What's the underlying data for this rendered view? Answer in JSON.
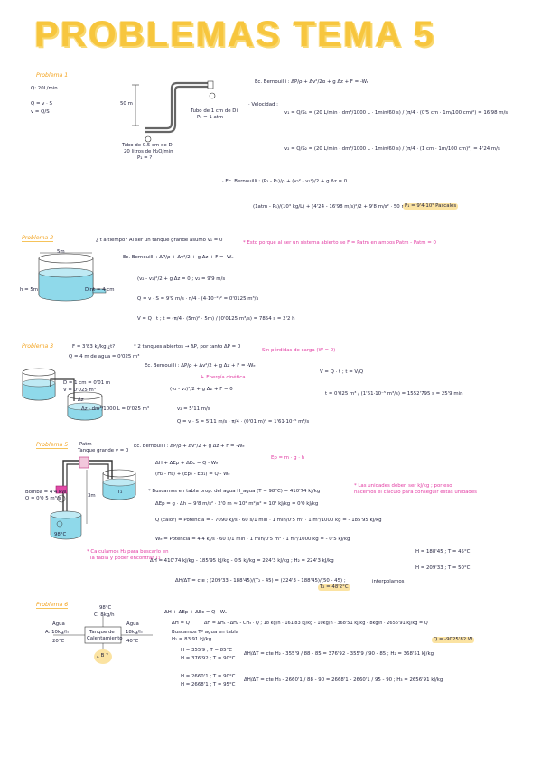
{
  "title": "PROBLEMAS TEMA 5",
  "p1": {
    "label": "Problema 1",
    "given": [
      "Q: 20L/min",
      "Q = v · S",
      "v = Q/S"
    ],
    "fig_height": "50 m",
    "fig_tube_top": [
      "Tubo de 1 cm de Di",
      "P₂ = 1 atm"
    ],
    "fig_tube_bottom": [
      "Tubo de 0.5 cm de Di",
      "20 litros de H₂O/min",
      "P₁ = ?"
    ],
    "bernoulli": "Ec. Bernouilli :   ΔP/ρ + Δv²/2α + g Δz + F = -Wₑ",
    "vel_label": "· Velocidad :",
    "v1": "v₁ = Q/S₁ = (20 L/min · dm³/1000 L · 1min/60 s) / (π/4 · (0'5 cm · 1m/100 cm)²) = 16'98 m/s",
    "v2": "v₂ = Q/S₂ = (20 L/min · dm³/1000 L · 1min/60 s) / (π/4 · (1 cm · 1m/100 cm)²) = 4'24 m/s",
    "eq1": "· Ec. Bernouilli :   (P₂ - P₁)/ρ + (v₂² - v₁²)/2 + g Δz = 0",
    "eq2": "(1atm - P₁)/(10³ kg/L)  +  (4'24 - 16'98 m/s)²/2  +  9'8 m/s² · 50 m = 0 ;",
    "result": "P₁ = 9'4·10⁵ Pascales"
  },
  "p2": {
    "label": "Problema 2",
    "question": "¿ t a tiempo?   Al ser un tanque grande asumo v₁ = 0",
    "note": "* Esto porque al ser un sistema abierto se F = Patm en ambos   Patm - Patm = 0",
    "fig_width": "5m",
    "fig_height": "h = 5m",
    "fig_out": "Dint = 4 cm",
    "bernoulli": "Ec. Bernouilli :   ΔP/ρ + Δv²/2 + g Δz + F = -Wₑ",
    "s1": "(v₂ - v₁)²/2 + g Δz = 0 ;  v₂ = 9'9 m/s",
    "s2": "Q = v · S = 9'9 m/s · π/4 · (4·10⁻²)² = 0'0125 m³/s",
    "s3": "V = Q · t ;  t = (π/4 · (5m)² · 5m) / (0'0125 m³/s) = 7854 s = 2'2 h",
    "s3_hl": "= 7854 s = 2'2 h"
  },
  "p3": {
    "label": "Problema 3",
    "given": "F = 3'83 kJ/kg      ¿t?",
    "bullet": "* 2 tanques abiertos → ΔP, por tanto ΔP = 0",
    "note": "Sin pérdidas de carga (W = 0)",
    "fig": [
      "Q = 4 m de agua = 0'025 m³",
      "D = 1 cm = 0'01 m",
      "V = 0'025 m³",
      "Δz"
    ],
    "bernoulli": "Ec. Bernouilli :   ΔP/ρ + Δv²/2 + g Δz + F = -Wₑ",
    "energy_note": "↳ Energía cinética",
    "s1": "(v₂ - v₁)²/2 + g Δz + F = 0",
    "s2": "v₂ = 5'11 m/s",
    "s3": "Q = v · S = 5'11 m/s · π/4 · (0'01 m)² = 1'61·10⁻⁵ m³/s",
    "s_left": "Δz · dm³/1000 L = 0'025 m³",
    "t1": "V = Q · t ;  t = V/Q",
    "t2": "t = 0'025 m³ / (1'61·10⁻⁵ m³/s) = 1552'795 s = 25'9 min"
  },
  "p4": {
    "label": "Problema 5",
    "given": [
      "Patm",
      "Tanque grande v = 0"
    ],
    "fig": [
      "Bomba = 4'4 kW",
      "Q = 0'0 5 m³/s",
      "3m",
      "T₂",
      "98°C"
    ],
    "bernoulli": "Ec. Bernouilli :   ΔP/ρ + Δv²/2 + g Δz + F = -Wₑ",
    "b1": "ΔH + ΔEp + ΔEc = Q - Wₑ",
    "b2": "(H₂ - H₁) + (Ep₂ - Ep₁) = Q - Wₑ",
    "ep": "Ep = m · g · h",
    "bullet": "* Buscamos en tabla prop. del agua  H_agua (T = 98°C) = 410'74 kJ/kg",
    "note1": "* Las unidades deben ser kJ/kg ; por eso",
    "note2": "hacemos el cálculo para conseguir estas unidades",
    "ep_line": "ΔEp = g · Δh  →  9'8 m/s² · 2'0 m ≈ 10² m²/s² = 10² kJ/kg = 0'0 kJ/kg",
    "q_line": "Q (calor) = Potencia = - 7090 kJ/s · 60 s/1 min · 1 min/0'5 m³ · 1 m³/1000 kg = - 185'95 kJ/kg",
    "w_line": "Wₑ = Potencia = 4'4 kJ/s · 60 s/1 min · 1 min/0'5 m³ · 1 m³/1000 kg = - 0'5 kJ/kg",
    "h_line": "ΔH = 410'74 kJ/kg - 185'95 kJ/kg - 0'5 kJ/kg = 224'3 kJ/kg ;  H₂ = 224'3 kJ/kg",
    "interp_label": "interpolamos",
    "table": [
      "H = 188'45 ; T = 45°C",
      "H = 209'33 ; T = 50°C"
    ],
    "ipl": "ΔH/ΔT = cte ;  (209'33 - 188'45)/(T₂ - 45)  =  (224'3 - 188'45)/(50 - 45) ;",
    "result": "T₂ = 48'2°C",
    "pink_note1": "* Calculamos H₂ para buscarlo en",
    "pink_note2": "la tabla y poder encontrar T₂"
  },
  "p5": {
    "label": "Problema 6",
    "fig": [
      "98°C",
      "C: 8kg/h",
      "Agua",
      "A: 10kg/h",
      "20°C",
      "Tanque de",
      "Calentamiento",
      "Agua",
      "18kg/h",
      "40°C",
      "¿ B ?"
    ],
    "b1": "ΔH + ΔEp + ΔEc = Q - Wₑ",
    "b2": "ΔH = Q",
    "b3": "Buscamos Tª agua en tabla",
    "b4": "H₁ = 83'91 kJ/kg",
    "h2a": "H = 355'9 ; T = 85°C",
    "h2b": "H = 376'92 ; T = 90°C",
    "h2c": "ΔH/ΔT = cte   H₂ - 355'9 / 88 - 85  =  376'92 - 355'9 / 90 - 85 ;  H₂ = 368'51 kJ/kg",
    "h3a": "H = 2660'1 ; T = 90°C",
    "h3b": "H = 2668'1 ; T = 95°C",
    "h3c": "ΔH/ΔT = cte   H₃ - 2660'1 / 88 - 90  =  2668'1 - 2660'1 / 95 - 90 ;  H₃ = 2656'91 kJ/kg",
    "eq": "ΔH = ΔH₁ - ΔH₂ - CH₃ · Q ;  18 kg/h · 161'83 kJ/kg - 10kg/h · 368'51 kJ/kg - 8kg/h · 2656'91 kJ/kg = Q",
    "result": "Q = -9025'82 W"
  }
}
